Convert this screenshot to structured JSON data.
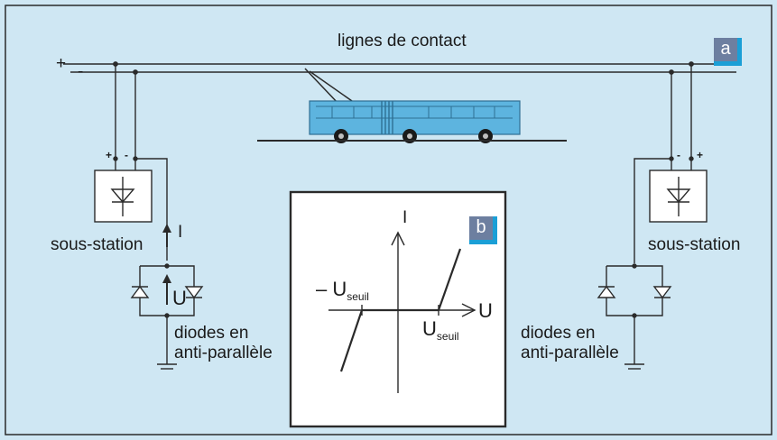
{
  "labels": {
    "contact_lines": "lignes de contact",
    "plus": "+",
    "minus": "-",
    "substation": "sous-station",
    "current": "I",
    "voltage": "U",
    "diodes_line1": "diodes en",
    "diodes_line2": "anti-parallèle"
  },
  "panels": {
    "a": "a",
    "b": "b"
  },
  "characteristic": {
    "axis_current": "I",
    "axis_voltage": "U",
    "neg_threshold_prefix": "– U",
    "pos_threshold_prefix": "U",
    "threshold_subscript": "seuil"
  },
  "colors": {
    "background": "#cfe7f3",
    "line": "#2a2a2a",
    "bus_fill": "#5db4df",
    "bus_outline": "#2f6f93",
    "badge": "#6d7fa0",
    "badge_accent": "#1b9fd6"
  }
}
